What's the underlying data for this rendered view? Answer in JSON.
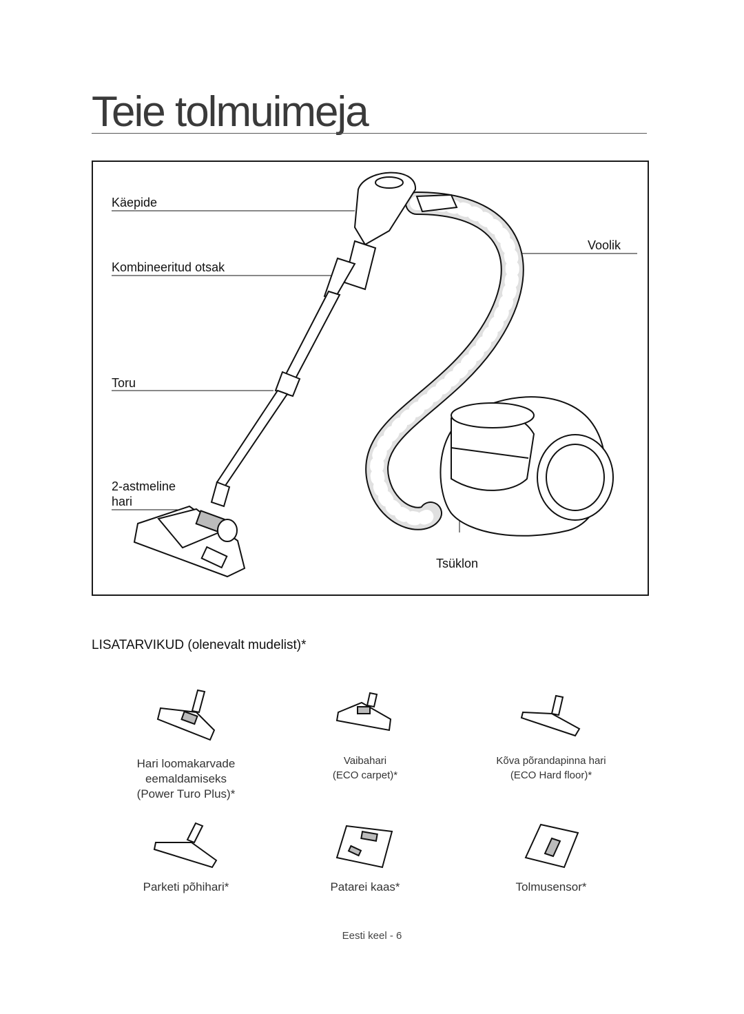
{
  "page": {
    "title": "Teie tolmuimeja",
    "footer": "Eesti keel - 6"
  },
  "diagram": {
    "labels": {
      "handle": "Käepide",
      "combination_tool": "Kombineeritud otsak",
      "hose": "Voolik",
      "pipe": "Toru",
      "brush_line1": "2-astmeline",
      "brush_line2": "hari",
      "cyclone": "Tsüklon"
    }
  },
  "accessories": {
    "heading": "LISATARVIKUD (olenevalt mudelist)*",
    "items": [
      {
        "icon": "pet-brush-icon",
        "lines": [
          "Hari loomakarvade",
          "eemaldamiseks",
          "(Power Turo Plus)*"
        ]
      },
      {
        "icon": "carpet-brush-icon",
        "lines": [
          "Vaibahari",
          "(ECO carpet)*"
        ]
      },
      {
        "icon": "hard-floor-brush-icon",
        "lines": [
          "Kõva põrandapinna hari",
          "(ECO Hard floor)*"
        ]
      },
      {
        "icon": "parquet-brush-icon",
        "lines": [
          "Parketi põhihari*"
        ]
      },
      {
        "icon": "battery-cover-icon",
        "lines": [
          "Patarei kaas*"
        ]
      },
      {
        "icon": "dust-sensor-icon",
        "lines": [
          "Tolmusensor*"
        ]
      }
    ]
  }
}
